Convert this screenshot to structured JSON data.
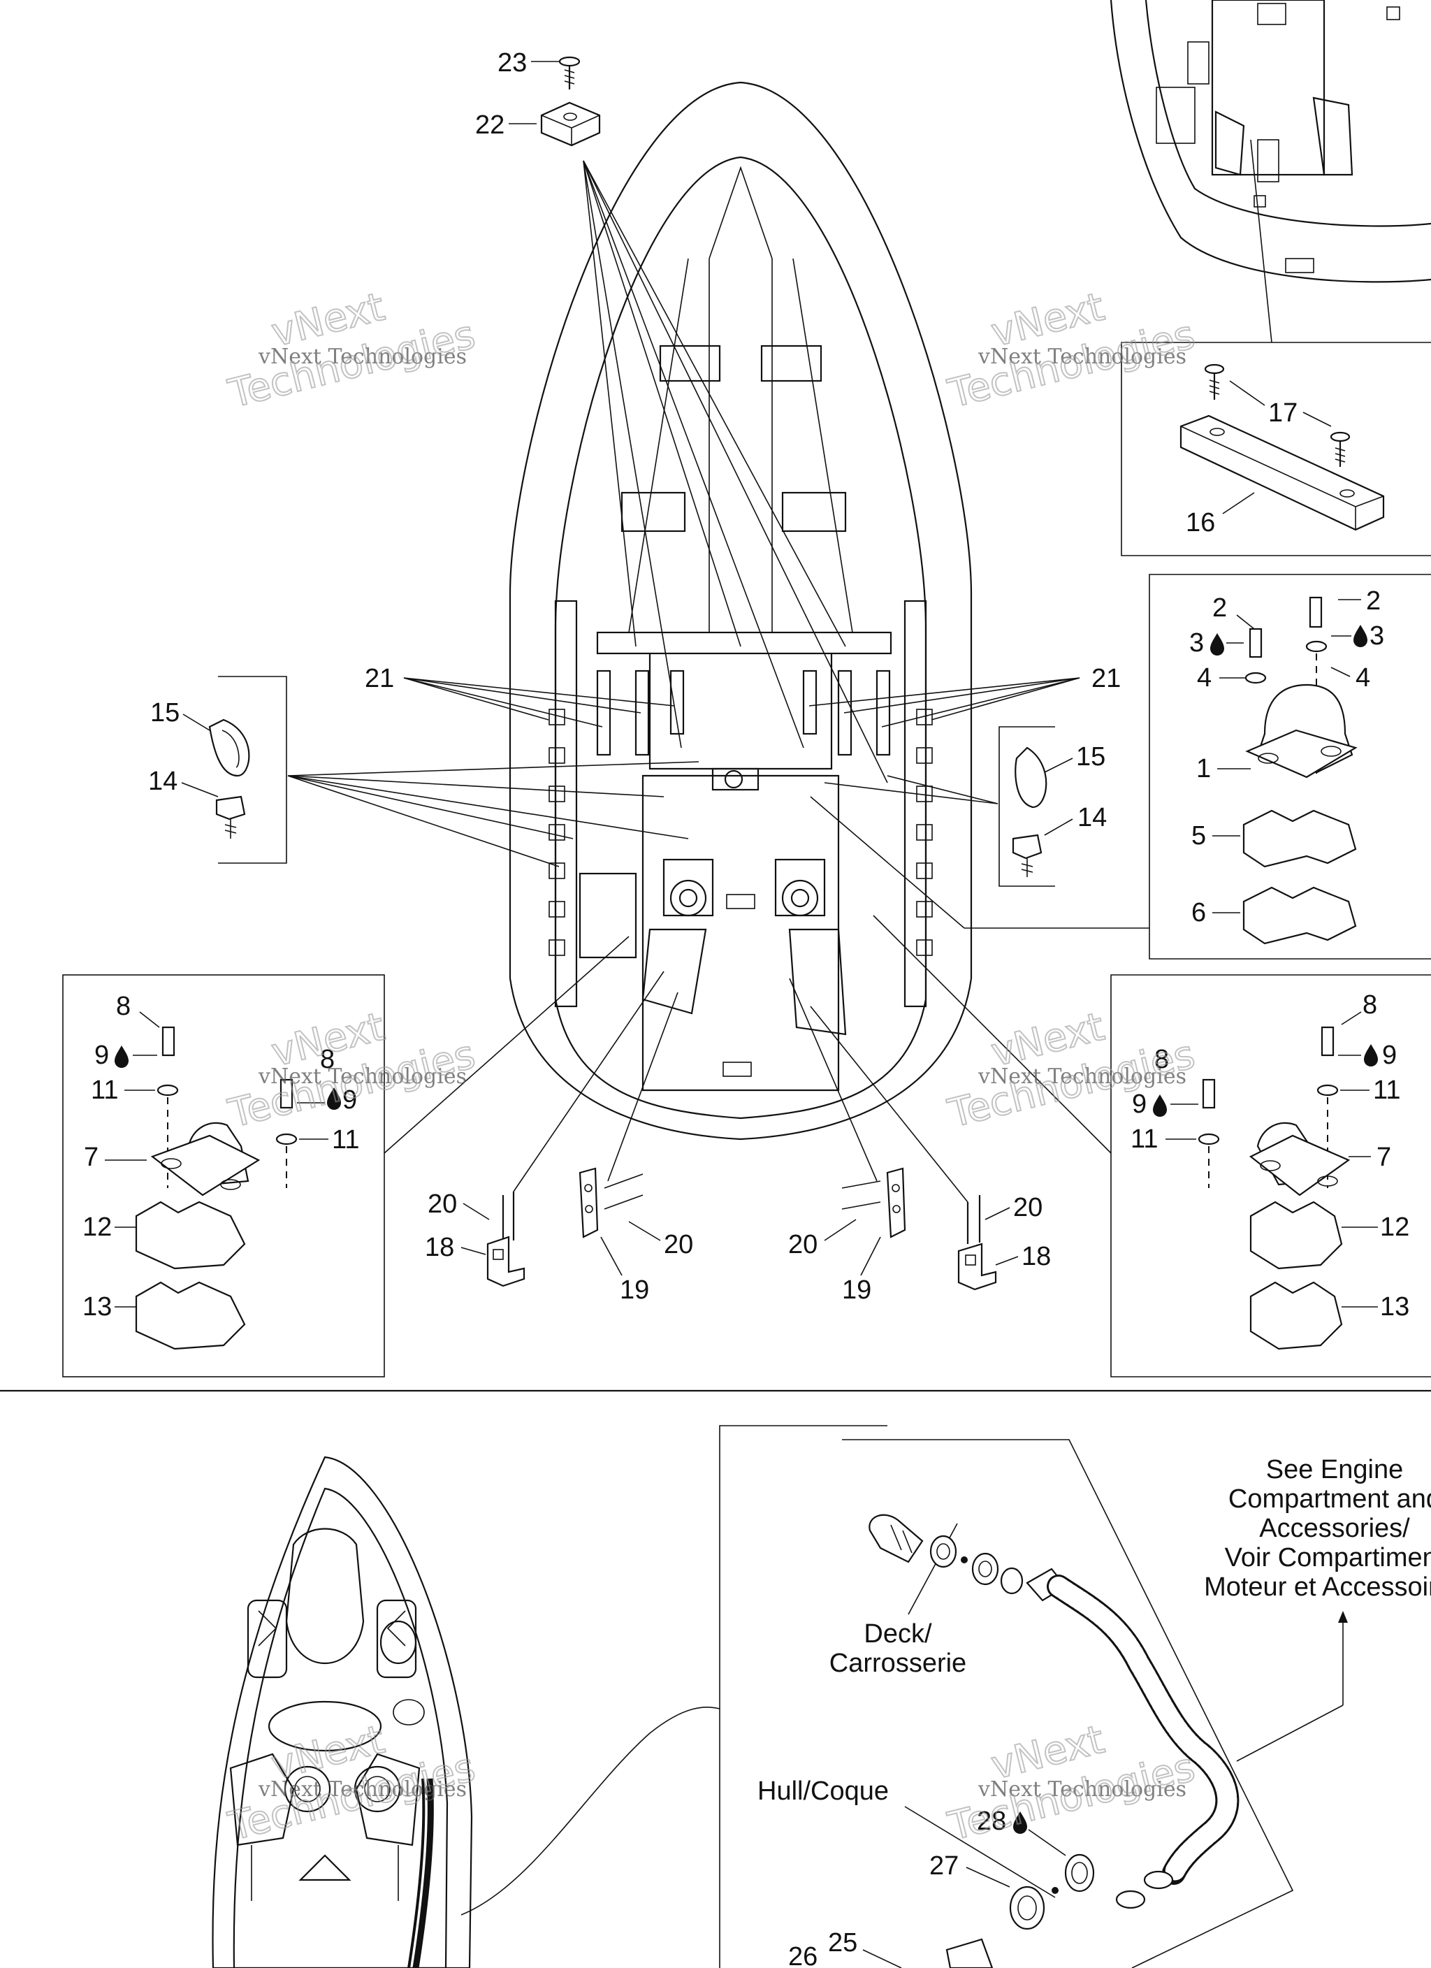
{
  "diagram": {
    "callouts": {
      "c23": "23",
      "c22": "22",
      "c17": "17",
      "c16": "16",
      "c2a": "2",
      "c2b": "2",
      "c3a": "3",
      "c3b": "3",
      "c4a": "4",
      "c4b": "4",
      "c1": "1",
      "c5": "5",
      "c6": "6",
      "c21a": "21",
      "c21b": "21",
      "c15a": "15",
      "c14a": "14",
      "c15b": "15",
      "c14b": "14",
      "c8a": "8",
      "c9a": "9",
      "c11a": "11",
      "c8b": "8",
      "c9b": "9",
      "c11b": "11",
      "c7a": "7",
      "c12a": "12",
      "c13a": "13",
      "c8c": "8",
      "c9c": "9",
      "c11c": "11",
      "c8d": "8",
      "c9d": "9",
      "c11d": "11",
      "c7b": "7",
      "c12b": "12",
      "c13b": "13",
      "c20a": "20",
      "c20b": "20",
      "c18a": "18",
      "c19a": "19",
      "c20c": "20",
      "c20d": "20",
      "c18b": "18",
      "c19b": "19",
      "c28": "28",
      "c27": "27",
      "c25": "25",
      "c26": "26"
    },
    "labels": {
      "deck_line1": "Deck/",
      "deck_line2": "Carrosserie",
      "hull": "Hull/Coque",
      "see_line1": "See Engine",
      "see_line2": "Compartment and",
      "see_line3": "Accessories/",
      "see_line4": "Voir Compartiment",
      "see_line5": "Moteur et Accessoires"
    },
    "watermark": {
      "line1": "vNext Technologies",
      "line2": "vNext",
      "line3": "Technologies"
    },
    "icons": {
      "drop": "adhesive-drop-icon"
    }
  }
}
